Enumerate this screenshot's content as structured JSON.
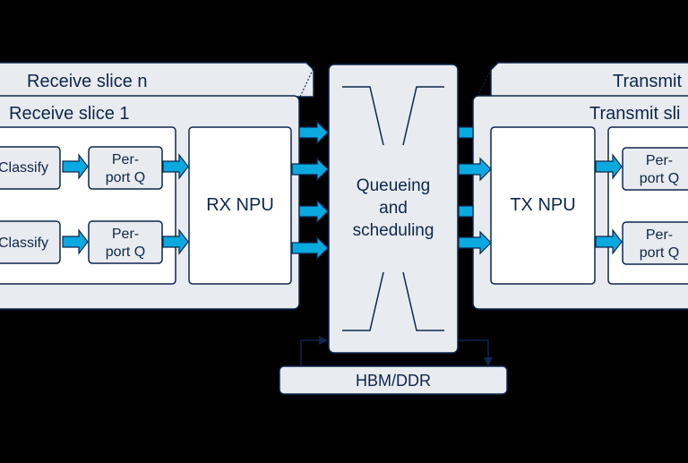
{
  "receive": {
    "slice_back_label": "Receive slice n",
    "slice_front_label": "Receive slice 1",
    "classify_top": "Classify",
    "classify_bottom": "Classify",
    "perport_top": [
      "Per-",
      "port Q"
    ],
    "perport_bottom": [
      "Per-",
      "port Q"
    ],
    "npu_label": "RX NPU"
  },
  "center": {
    "label_lines": [
      "Queueing",
      "and",
      "scheduling"
    ]
  },
  "transmit": {
    "slice_back_label": "Transmit",
    "slice_front_label": "Transmit sli",
    "npu_label": "TX NPU",
    "perport_top": [
      "Per-",
      "port Q"
    ],
    "perport_bottom": [
      "Per-",
      "port Q"
    ]
  },
  "memory": {
    "label": "HBM/DDR"
  },
  "colors": {
    "panel_fill": "#e8ebef",
    "box_fill": "#ffffff",
    "stroke": "#0d274d",
    "arrow": "#0aa9e0"
  }
}
